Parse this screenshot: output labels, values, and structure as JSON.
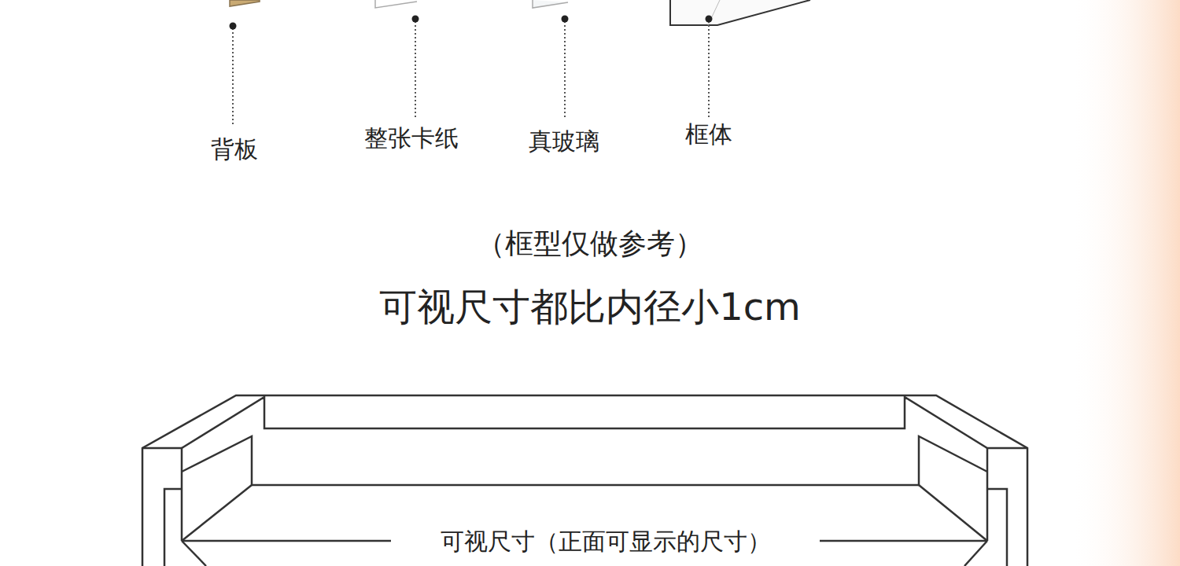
{
  "diagram": {
    "labels": [
      "背板",
      "整张卡纸",
      "真玻璃",
      "框体",
      "（框型仅做参考）",
      "可视尺寸都比内径小1cm",
      "可视尺寸（正面可显示的尺寸）"
    ]
  }
}
